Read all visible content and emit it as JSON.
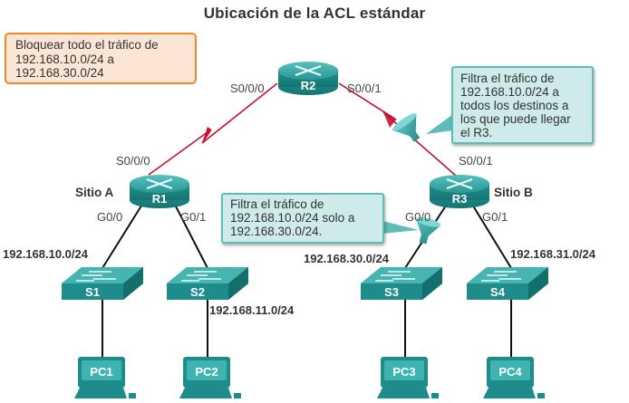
{
  "title": "Ubicación de la ACL estándar",
  "notes": {
    "policy": [
      "Bloquear todo el tráfico de",
      "192.168.10.0/24 a",
      "192.168.30.0/24"
    ],
    "filter_r3_s001": [
      "Filtra el tráfico de",
      "192.168.10.0/24 a",
      "todos los destinos a",
      "los que puede llegar",
      "el R3."
    ],
    "filter_r3_g00": [
      "Filtra el tráfico de",
      "192.168.10.0/24 solo a",
      "192.168.30.0/24."
    ]
  },
  "routers": [
    {
      "id": "R2",
      "label": "R2"
    },
    {
      "id": "R1",
      "label": "R1"
    },
    {
      "id": "R3",
      "label": "R3"
    }
  ],
  "switches": [
    {
      "id": "S1",
      "label": "S1"
    },
    {
      "id": "S2",
      "label": "S2"
    },
    {
      "id": "S3",
      "label": "S3"
    },
    {
      "id": "S4",
      "label": "S4"
    }
  ],
  "pcs": [
    {
      "id": "PC1",
      "label": "PC1"
    },
    {
      "id": "PC2",
      "label": "PC2"
    },
    {
      "id": "PC3",
      "label": "PC3"
    },
    {
      "id": "PC4",
      "label": "PC4"
    }
  ],
  "sites": {
    "a": "Sitio A",
    "b": "Sitio B"
  },
  "interfaces": {
    "r2_s000": "S0/0/0",
    "r2_s001": "S0/0/1",
    "r1_s000": "S0/0/0",
    "r1_g00": "G0/0",
    "r1_g01": "G0/1",
    "r3_s001": "S0/0/1",
    "r3_g00": "G0/0",
    "r3_g01": "G0/1"
  },
  "networks": {
    "lan_s1": "192.168.10.0/24",
    "lan_s2": "192.168.11.0/24",
    "lan_s3": "192.168.30.0/24",
    "lan_s4": "192.168.31.0/24"
  },
  "colors": {
    "device": "#1e8c8a",
    "device_light": "#3fb3b0",
    "serial_link": "#c8102e",
    "ethernet_link": "#111111",
    "policy_border": "#ee8a2c",
    "note_border": "#5fbcb9"
  }
}
